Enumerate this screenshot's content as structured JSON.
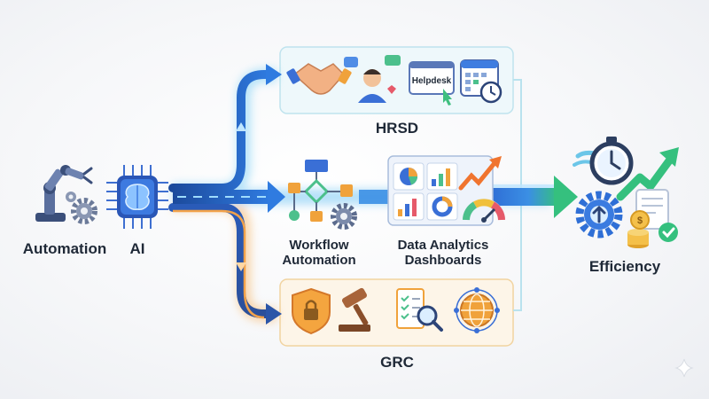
{
  "nodes": {
    "automation": "Automation",
    "ai": "AI",
    "hrsd": "HRSD",
    "workflow_line1": "Workflow",
    "workflow_line2": "Automation",
    "analytics_line1": "Data Analytics",
    "analytics_line2": "Dashboards",
    "grc": "GRC",
    "efficiency": "Efficiency"
  },
  "helpdesk_tag": "Helpdesk",
  "colors": {
    "flow_blue": "#2f6fd6",
    "flow_glow": "#6ec8f5",
    "flow_orange": "#f2a24a",
    "flow_green": "#39c48a",
    "hrsd_box": "#c9e7f2",
    "grc_box": "#f6d9a8"
  },
  "icons": {
    "automation": [
      "robot-arm-icon",
      "gear-icon"
    ],
    "ai": [
      "brain-chip-icon"
    ],
    "hrsd": [
      "handshake-icon",
      "employee-chat-icon",
      "helpdesk-screen-icon",
      "calendar-clock-icon"
    ],
    "workflow": [
      "flowchart-icon",
      "gear-icon"
    ],
    "analytics": [
      "dashboard-icon",
      "trend-arrow-icon",
      "gauge-icon"
    ],
    "grc": [
      "shield-lock-icon",
      "gavel-icon",
      "audit-checklist-icon",
      "globe-network-icon"
    ],
    "efficiency": [
      "stopwatch-icon",
      "growth-arrow-icon",
      "gear-upload-icon",
      "coins-icon",
      "document-check-icon"
    ]
  }
}
